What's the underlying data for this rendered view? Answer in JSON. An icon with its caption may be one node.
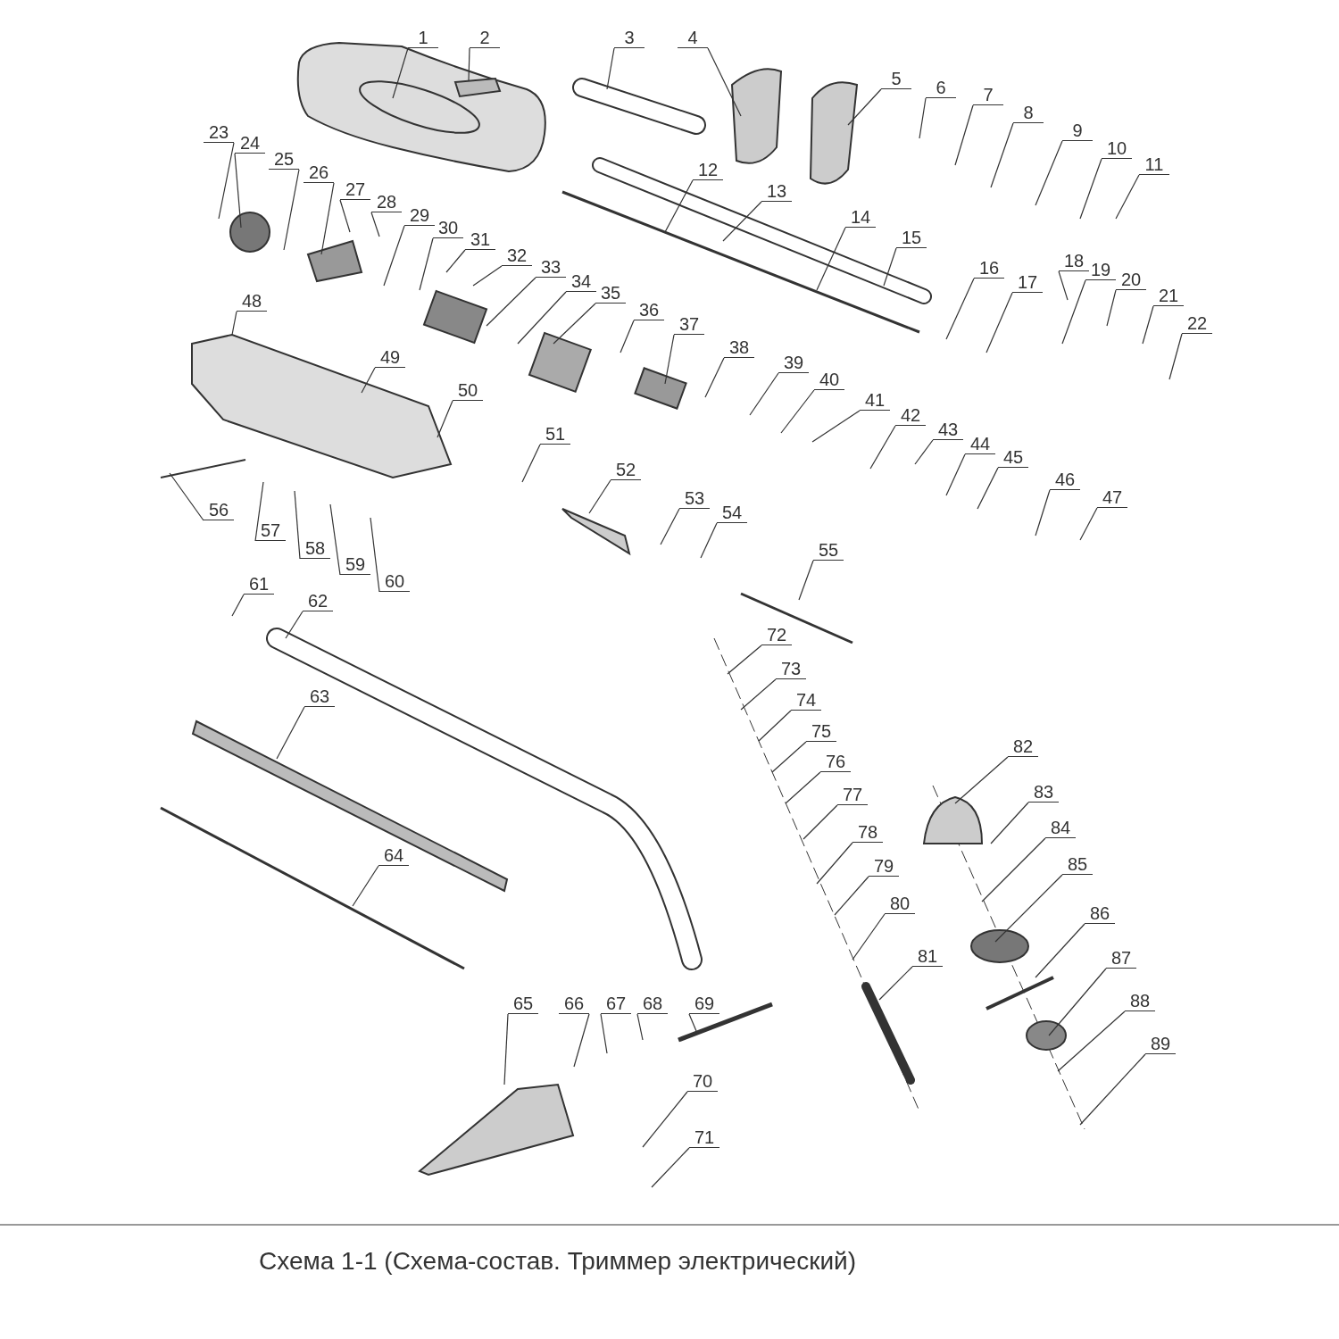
{
  "diagram": {
    "caption": "Схема 1-1 (Схема-состав. Триммер электрический)",
    "nodes": [
      {
        "text": [
          "1"
        ]
      },
      {
        "text": [
          "2"
        ]
      },
      {
        "text": [
          "3"
        ]
      },
      {
        "text": [
          "4"
        ]
      },
      {
        "text": [
          "5"
        ]
      },
      {
        "text": [
          "6"
        ]
      },
      {
        "text": [
          "7"
        ]
      },
      {
        "text": [
          "8"
        ]
      },
      {
        "text": [
          "9"
        ]
      },
      {
        "text": [
          "10"
        ]
      },
      {
        "text": [
          "11"
        ]
      },
      {
        "text": [
          "12"
        ]
      },
      {
        "text": [
          "13"
        ]
      },
      {
        "text": [
          "14"
        ]
      },
      {
        "text": [
          "15"
        ]
      },
      {
        "text": [
          "16"
        ]
      },
      {
        "text": [
          "17"
        ]
      },
      {
        "text": [
          "18"
        ]
      },
      {
        "text": [
          "19"
        ]
      },
      {
        "text": [
          "20"
        ]
      },
      {
        "text": [
          "21"
        ]
      },
      {
        "text": [
          "22"
        ]
      },
      {
        "text": [
          "23"
        ]
      },
      {
        "text": [
          "24"
        ]
      },
      {
        "text": [
          "25"
        ]
      },
      {
        "text": [
          "26"
        ]
      },
      {
        "text": [
          "27"
        ]
      },
      {
        "text": [
          "28"
        ]
      },
      {
        "text": [
          "29"
        ]
      },
      {
        "text": [
          "30"
        ]
      },
      {
        "text": [
          "31"
        ]
      },
      {
        "text": [
          "32"
        ]
      },
      {
        "text": [
          "33"
        ]
      },
      {
        "text": [
          "34"
        ]
      },
      {
        "text": [
          "35"
        ]
      },
      {
        "text": [
          "36"
        ]
      },
      {
        "text": [
          "37"
        ]
      },
      {
        "text": [
          "38"
        ]
      },
      {
        "text": [
          "39"
        ]
      },
      {
        "text": [
          "40"
        ]
      },
      {
        "text": [
          "41"
        ]
      },
      {
        "text": [
          "42"
        ]
      },
      {
        "text": [
          "43"
        ]
      },
      {
        "text": [
          "44"
        ]
      },
      {
        "text": [
          "45"
        ]
      },
      {
        "text": [
          "46"
        ]
      },
      {
        "text": [
          "47"
        ]
      },
      {
        "text": [
          "48"
        ]
      },
      {
        "text": [
          "49"
        ]
      },
      {
        "text": [
          "50"
        ]
      },
      {
        "text": [
          "51"
        ]
      },
      {
        "text": [
          "52"
        ]
      },
      {
        "text": [
          "53"
        ]
      },
      {
        "text": [
          "54"
        ]
      },
      {
        "text": [
          "55"
        ]
      },
      {
        "text": [
          "56"
        ]
      },
      {
        "text": [
          "57"
        ]
      },
      {
        "text": [
          "58"
        ]
      },
      {
        "text": [
          "59"
        ]
      },
      {
        "text": [
          "60"
        ]
      },
      {
        "text": [
          "61"
        ]
      },
      {
        "text": [
          "62"
        ]
      },
      {
        "text": [
          "63"
        ]
      },
      {
        "text": [
          "64"
        ]
      },
      {
        "text": [
          "65"
        ]
      },
      {
        "text": [
          "66"
        ]
      },
      {
        "text": [
          "67"
        ]
      },
      {
        "text": [
          "68"
        ]
      },
      {
        "text": [
          "69"
        ]
      },
      {
        "text": [
          "70"
        ]
      },
      {
        "text": [
          "71"
        ]
      },
      {
        "text": [
          "72"
        ]
      },
      {
        "text": [
          "73"
        ]
      },
      {
        "text": [
          "74"
        ]
      },
      {
        "text": [
          "75"
        ]
      },
      {
        "text": [
          "76"
        ]
      },
      {
        "text": [
          "77"
        ]
      },
      {
        "text": [
          "78"
        ]
      },
      {
        "text": [
          "79"
        ]
      },
      {
        "text": [
          "80"
        ]
      },
      {
        "text": [
          "81"
        ]
      },
      {
        "text": [
          "82"
        ]
      },
      {
        "text": [
          "83"
        ]
      },
      {
        "text": [
          "84"
        ]
      },
      {
        "text": [
          "85"
        ]
      },
      {
        "text": [
          "86"
        ]
      },
      {
        "text": [
          "87"
        ]
      },
      {
        "text": [
          "88"
        ]
      },
      {
        "text": [
          "89"
        ]
      }
    ],
    "edges": [
      {
        "from": 0,
        "to": null,
        "arrow": "none"
      },
      {
        "from": 1,
        "to": null,
        "arrow": "none"
      },
      {
        "from": 2,
        "to": null,
        "arrow": "none"
      },
      {
        "from": 3,
        "to": null,
        "arrow": "none"
      },
      {
        "from": 4,
        "to": null,
        "arrow": "none"
      },
      {
        "from": 5,
        "to": null,
        "arrow": "none"
      },
      {
        "from": 6,
        "to": null,
        "arrow": "none"
      },
      {
        "from": 7,
        "to": null,
        "arrow": "none"
      },
      {
        "from": 8,
        "to": null,
        "arrow": "none"
      },
      {
        "from": 9,
        "to": null,
        "arrow": "none"
      },
      {
        "from": 10,
        "to": null,
        "arrow": "none"
      },
      {
        "from": 11,
        "to": null,
        "arrow": "none"
      },
      {
        "from": 12,
        "to": null,
        "arrow": "none"
      },
      {
        "from": 13,
        "to": null,
        "arrow": "none"
      },
      {
        "from": 14,
        "to": null,
        "arrow": "none"
      },
      {
        "from": 15,
        "to": null,
        "arrow": "none"
      },
      {
        "from": 16,
        "to": null,
        "arrow": "none"
      },
      {
        "from": 17,
        "to": null,
        "arrow": "none"
      },
      {
        "from": 18,
        "to": null,
        "arrow": "none"
      },
      {
        "from": 19,
        "to": null,
        "arrow": "none"
      },
      {
        "from": 20,
        "to": null,
        "arrow": "none"
      },
      {
        "from": 21,
        "to": null,
        "arrow": "none"
      },
      {
        "from": 22,
        "to": null,
        "arrow": "none"
      },
      {
        "from": 23,
        "to": null,
        "arrow": "none"
      },
      {
        "from": 24,
        "to": null,
        "arrow": "none"
      },
      {
        "from": 25,
        "to": null,
        "arrow": "none"
      },
      {
        "from": 26,
        "to": null,
        "arrow": "none"
      },
      {
        "from": 27,
        "to": null,
        "arrow": "none"
      },
      {
        "from": 28,
        "to": null,
        "arrow": "none"
      },
      {
        "from": 29,
        "to": null,
        "arrow": "none"
      },
      {
        "from": 30,
        "to": null,
        "arrow": "none"
      },
      {
        "from": 31,
        "to": null,
        "arrow": "none"
      },
      {
        "from": 32,
        "to": null,
        "arrow": "none"
      },
      {
        "from": 33,
        "to": null,
        "arrow": "none"
      },
      {
        "from": 34,
        "to": null,
        "arrow": "none"
      },
      {
        "from": 35,
        "to": null,
        "arrow": "none"
      },
      {
        "from": 36,
        "to": null,
        "arrow": "none"
      },
      {
        "from": 37,
        "to": null,
        "arrow": "none"
      },
      {
        "from": 38,
        "to": null,
        "arrow": "none"
      },
      {
        "from": 39,
        "to": null,
        "arrow": "none"
      },
      {
        "from": 40,
        "to": null,
        "arrow": "none"
      },
      {
        "from": 41,
        "to": null,
        "arrow": "none"
      },
      {
        "from": 42,
        "to": null,
        "arrow": "none"
      },
      {
        "from": 43,
        "to": null,
        "arrow": "none"
      },
      {
        "from": 44,
        "to": null,
        "arrow": "none"
      },
      {
        "from": 45,
        "to": null,
        "arrow": "none"
      },
      {
        "from": 46,
        "to": null,
        "arrow": "none"
      },
      {
        "from": 47,
        "to": null,
        "arrow": "none"
      },
      {
        "from": 48,
        "to": null,
        "arrow": "none"
      },
      {
        "from": 49,
        "to": null,
        "arrow": "none"
      },
      {
        "from": 50,
        "to": null,
        "arrow": "none"
      },
      {
        "from": 51,
        "to": null,
        "arrow": "none"
      },
      {
        "from": 52,
        "to": null,
        "arrow": "none"
      },
      {
        "from": 53,
        "to": null,
        "arrow": "none"
      },
      {
        "from": 54,
        "to": null,
        "arrow": "none"
      },
      {
        "from": 55,
        "to": null,
        "arrow": "none"
      },
      {
        "from": 56,
        "to": null,
        "arrow": "none"
      },
      {
        "from": 57,
        "to": null,
        "arrow": "none"
      },
      {
        "from": 58,
        "to": null,
        "arrow": "none"
      },
      {
        "from": 59,
        "to": null,
        "arrow": "none"
      },
      {
        "from": 60,
        "to": null,
        "arrow": "none"
      },
      {
        "from": 61,
        "to": null,
        "arrow": "none"
      },
      {
        "from": 62,
        "to": null,
        "arrow": "none"
      },
      {
        "from": 63,
        "to": null,
        "arrow": "none"
      },
      {
        "from": 64,
        "to": null,
        "arrow": "none"
      },
      {
        "from": 65,
        "to": null,
        "arrow": "none"
      },
      {
        "from": 66,
        "to": null,
        "arrow": "none"
      },
      {
        "from": 67,
        "to": null,
        "arrow": "none"
      },
      {
        "from": 68,
        "to": null,
        "arrow": "none"
      },
      {
        "from": 69,
        "to": null,
        "arrow": "none"
      },
      {
        "from": 70,
        "to": null,
        "arrow": "none"
      },
      {
        "from": 71,
        "to": null,
        "arrow": "none"
      },
      {
        "from": 72,
        "to": null,
        "arrow": "none"
      },
      {
        "from": 73,
        "to": null,
        "arrow": "none"
      },
      {
        "from": 74,
        "to": null,
        "arrow": "none"
      },
      {
        "from": 75,
        "to": null,
        "arrow": "none"
      },
      {
        "from": 76,
        "to": null,
        "arrow": "none"
      },
      {
        "from": 77,
        "to": null,
        "arrow": "none"
      },
      {
        "from": 78,
        "to": null,
        "arrow": "none"
      },
      {
        "from": 79,
        "to": null,
        "arrow": "none"
      },
      {
        "from": 80,
        "to": null,
        "arrow": "none"
      },
      {
        "from": 81,
        "to": null,
        "arrow": "none"
      },
      {
        "from": 82,
        "to": null,
        "arrow": "none"
      },
      {
        "from": 83,
        "to": null,
        "arrow": "none"
      },
      {
        "from": 84,
        "to": null,
        "arrow": "none"
      },
      {
        "from": 85,
        "to": null,
        "arrow": "none"
      },
      {
        "from": 86,
        "to": null,
        "arrow": "none"
      },
      {
        "from": 87,
        "to": null,
        "arrow": "none"
      },
      {
        "from": 88,
        "to": null,
        "arrow": "none"
      }
    ]
  }
}
